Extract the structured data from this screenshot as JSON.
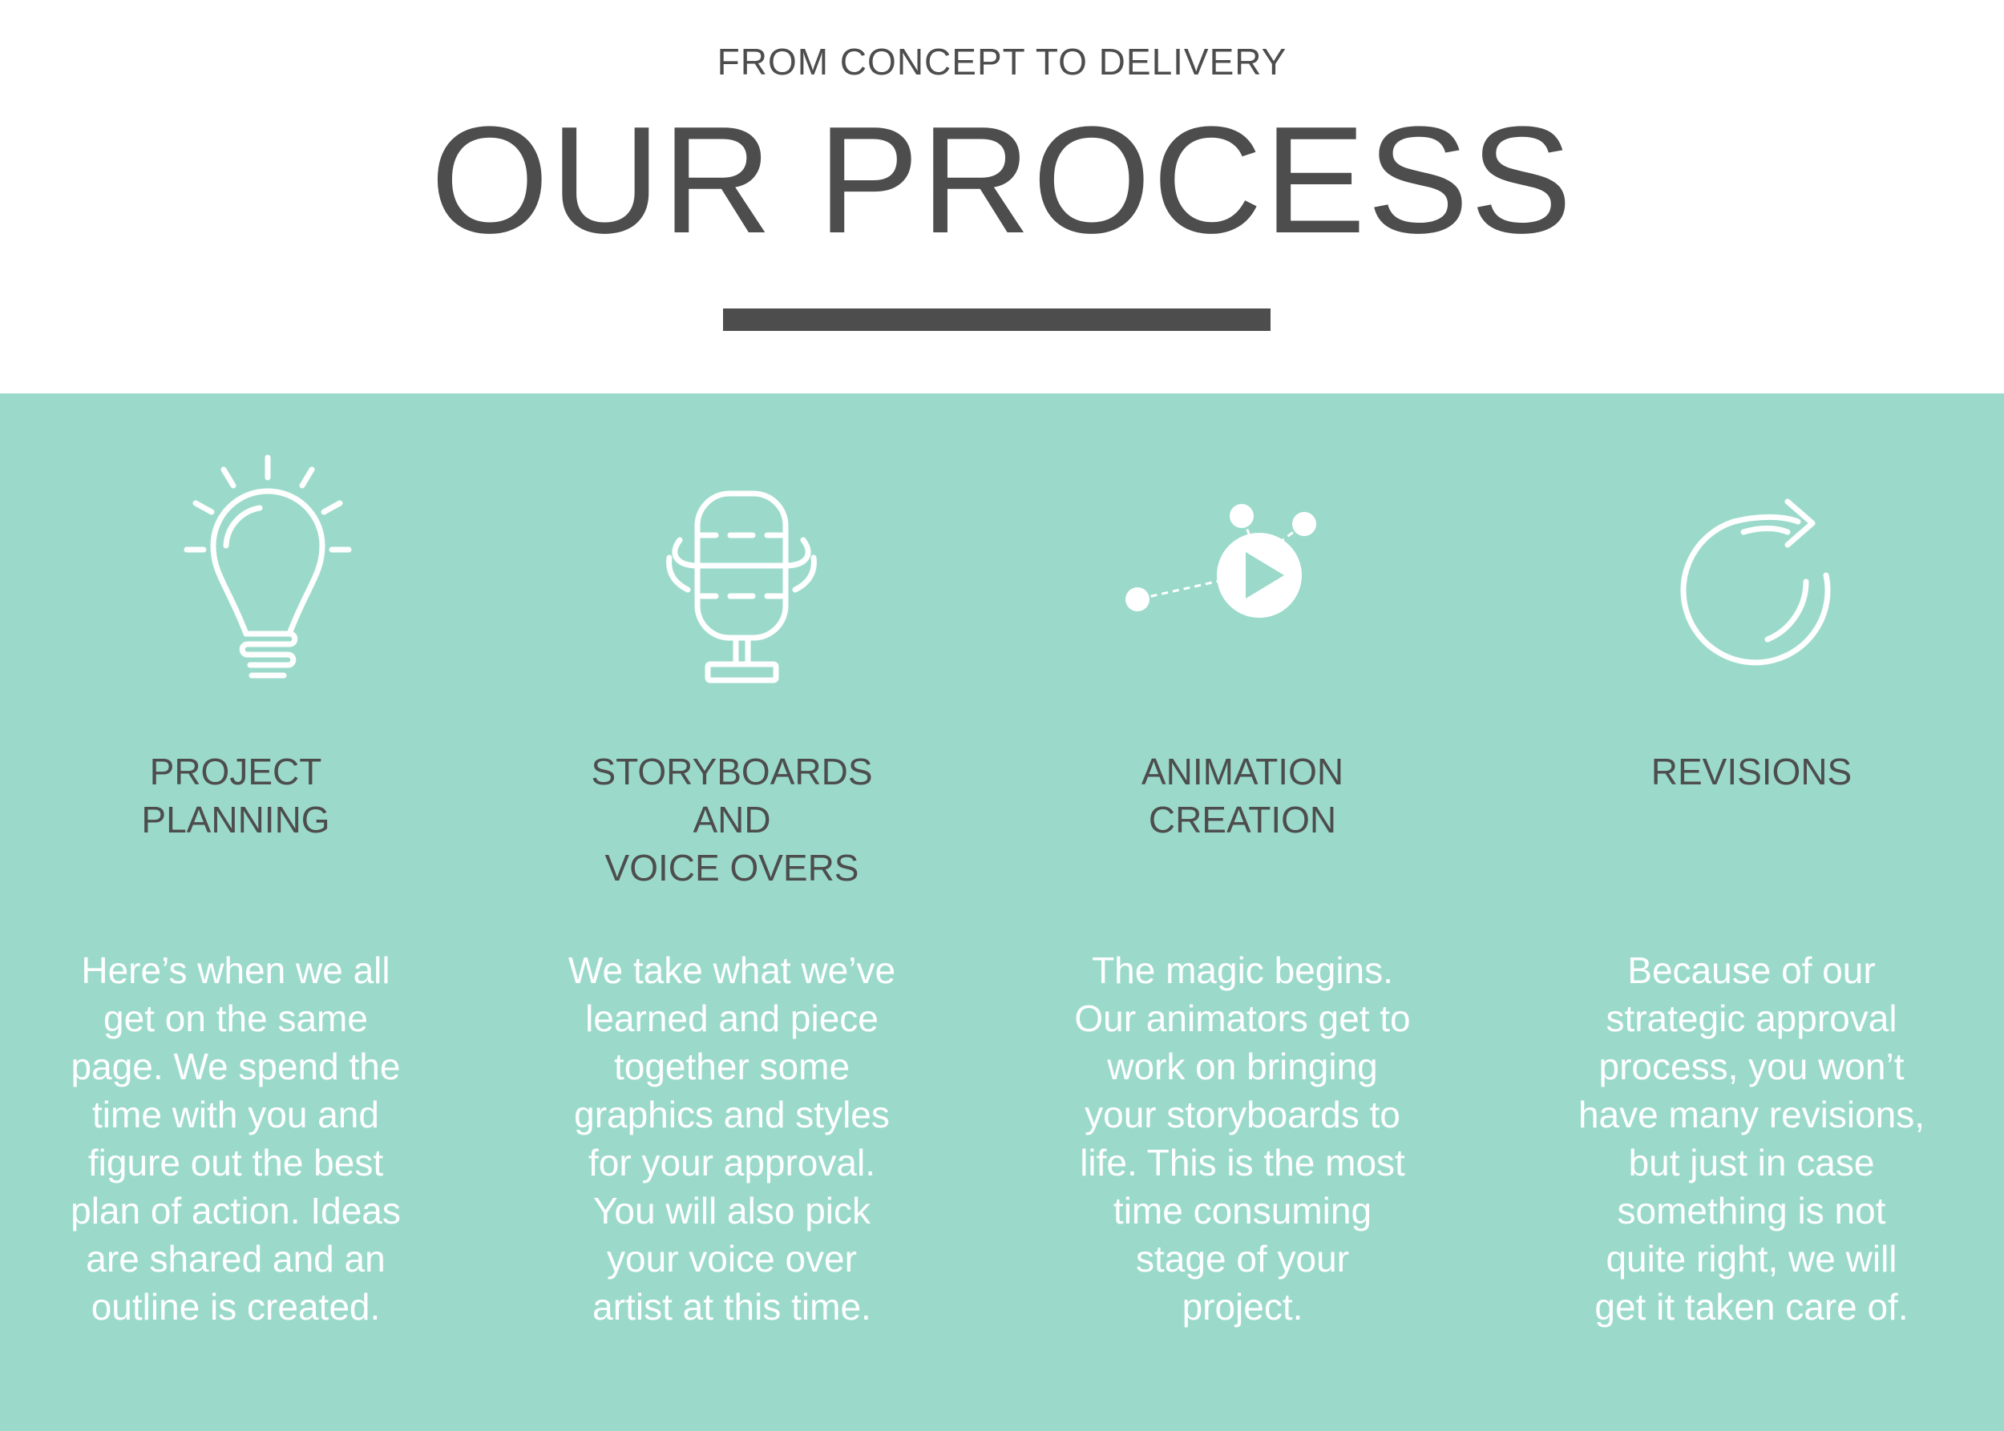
{
  "header": {
    "kicker": "FROM CONCEPT TO DELIVERY",
    "title": "OUR PROCESS"
  },
  "colors": {
    "band": "#9bdaca",
    "text_dark": "#4d4d4d",
    "text_light": "#ffffff"
  },
  "steps": [
    {
      "icon": "lightbulb-icon",
      "title": "PROJECT\nPLANNING",
      "description": "Here’s when we all\nget on the same\npage. We spend the\ntime with you and\nfigure out the best\nplan of action. Ideas\nare shared and an\noutline is created."
    },
    {
      "icon": "microphone-icon",
      "title": "STORYBOARDS\nAND\nVOICE OVERS",
      "description": "We take what we’ve\nlearned and piece\ntogether some\ngraphics and styles\nfor your approval.\nYou will also pick\nyour voice over\nartist at this time."
    },
    {
      "icon": "play-network-icon",
      "title": "ANIMATION\nCREATION",
      "description": "The magic begins.\nOur animators get to\nwork on bringing\nyour storyboards to\nlife. This is the most\ntime consuming\nstage of your\nproject."
    },
    {
      "icon": "refresh-arrow-icon",
      "title": "REVISIONS",
      "description": "Because of our\nstrategic approval\nprocess, you won’t\nhave many revisions,\nbut just in case\nsomething is not\nquite right, we will\nget it taken care of."
    }
  ]
}
